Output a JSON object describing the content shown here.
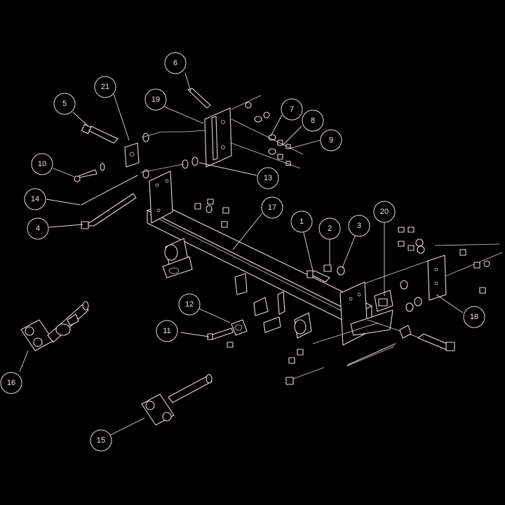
{
  "callouts": [
    {
      "id": "c1",
      "label": "1"
    },
    {
      "id": "c2",
      "label": "2"
    },
    {
      "id": "c3",
      "label": "3"
    },
    {
      "id": "c4",
      "label": "4"
    },
    {
      "id": "c5",
      "label": "5"
    },
    {
      "id": "c6",
      "label": "6"
    },
    {
      "id": "c7",
      "label": "7"
    },
    {
      "id": "c8",
      "label": "8"
    },
    {
      "id": "c9",
      "label": "9"
    },
    {
      "id": "c10",
      "label": "10"
    },
    {
      "id": "c11",
      "label": "11"
    },
    {
      "id": "c12",
      "label": "12"
    },
    {
      "id": "c13",
      "label": "13"
    },
    {
      "id": "c14",
      "label": "14"
    },
    {
      "id": "c15",
      "label": "15"
    },
    {
      "id": "c16",
      "label": "16"
    },
    {
      "id": "c17",
      "label": "17"
    },
    {
      "id": "c18",
      "label": "18"
    },
    {
      "id": "c19",
      "label": "19"
    },
    {
      "id": "c20",
      "label": "20"
    },
    {
      "id": "c21",
      "label": "21"
    }
  ],
  "colors": {
    "background": "#000000",
    "line": "#e8d8d8"
  }
}
